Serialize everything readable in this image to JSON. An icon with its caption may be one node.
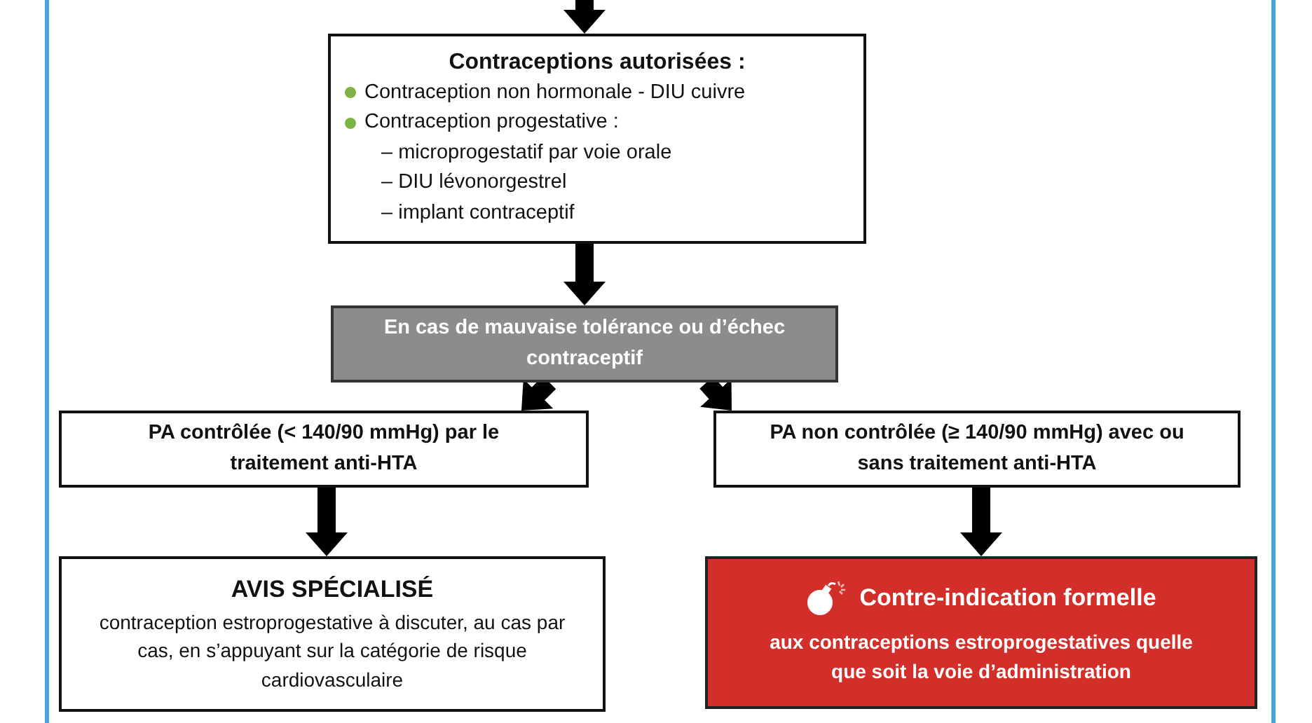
{
  "diagram": {
    "nodes": [
      {
        "text": [
          "Contraceptions autorisées :",
          "Contraception non hormonale - DIU cuivre",
          "Contraception progestative :",
          "– microprogestatif par voie orale",
          "– DIU lévonorgestrel",
          "– implant contraceptif"
        ]
      },
      {
        "text": [
          "En cas de mauvaise tolérance ou d’échec contraceptif"
        ]
      },
      {
        "text": [
          "PA contrôlée (< 140/90 mmHg) par le traitement anti-HTA"
        ]
      },
      {
        "text": [
          "PA non contrôlée (≥ 140/90 mmHg) avec ou sans traitement anti-HTA"
        ]
      },
      {
        "text": [
          "AVIS SPÉCIALISÉ",
          "contraception estroprogestative à discuter, au cas par cas, en s’appuyant sur la catégorie de risque cardiovasculaire"
        ]
      },
      {
        "text": [
          "Contre-indication formelle",
          "aux contraceptions estroprogestatives quelle que soit la voie d’administration"
        ]
      }
    ],
    "edges": [
      {
        "from": null,
        "to": 0,
        "arrow": "to"
      },
      {
        "from": 0,
        "to": 1,
        "arrow": "to"
      },
      {
        "from": 1,
        "to": 2,
        "arrow": "to"
      },
      {
        "from": 1,
        "to": 3,
        "arrow": "to"
      },
      {
        "from": 2,
        "to": 4,
        "arrow": "to"
      },
      {
        "from": 3,
        "to": 5,
        "arrow": "to"
      }
    ]
  }
}
